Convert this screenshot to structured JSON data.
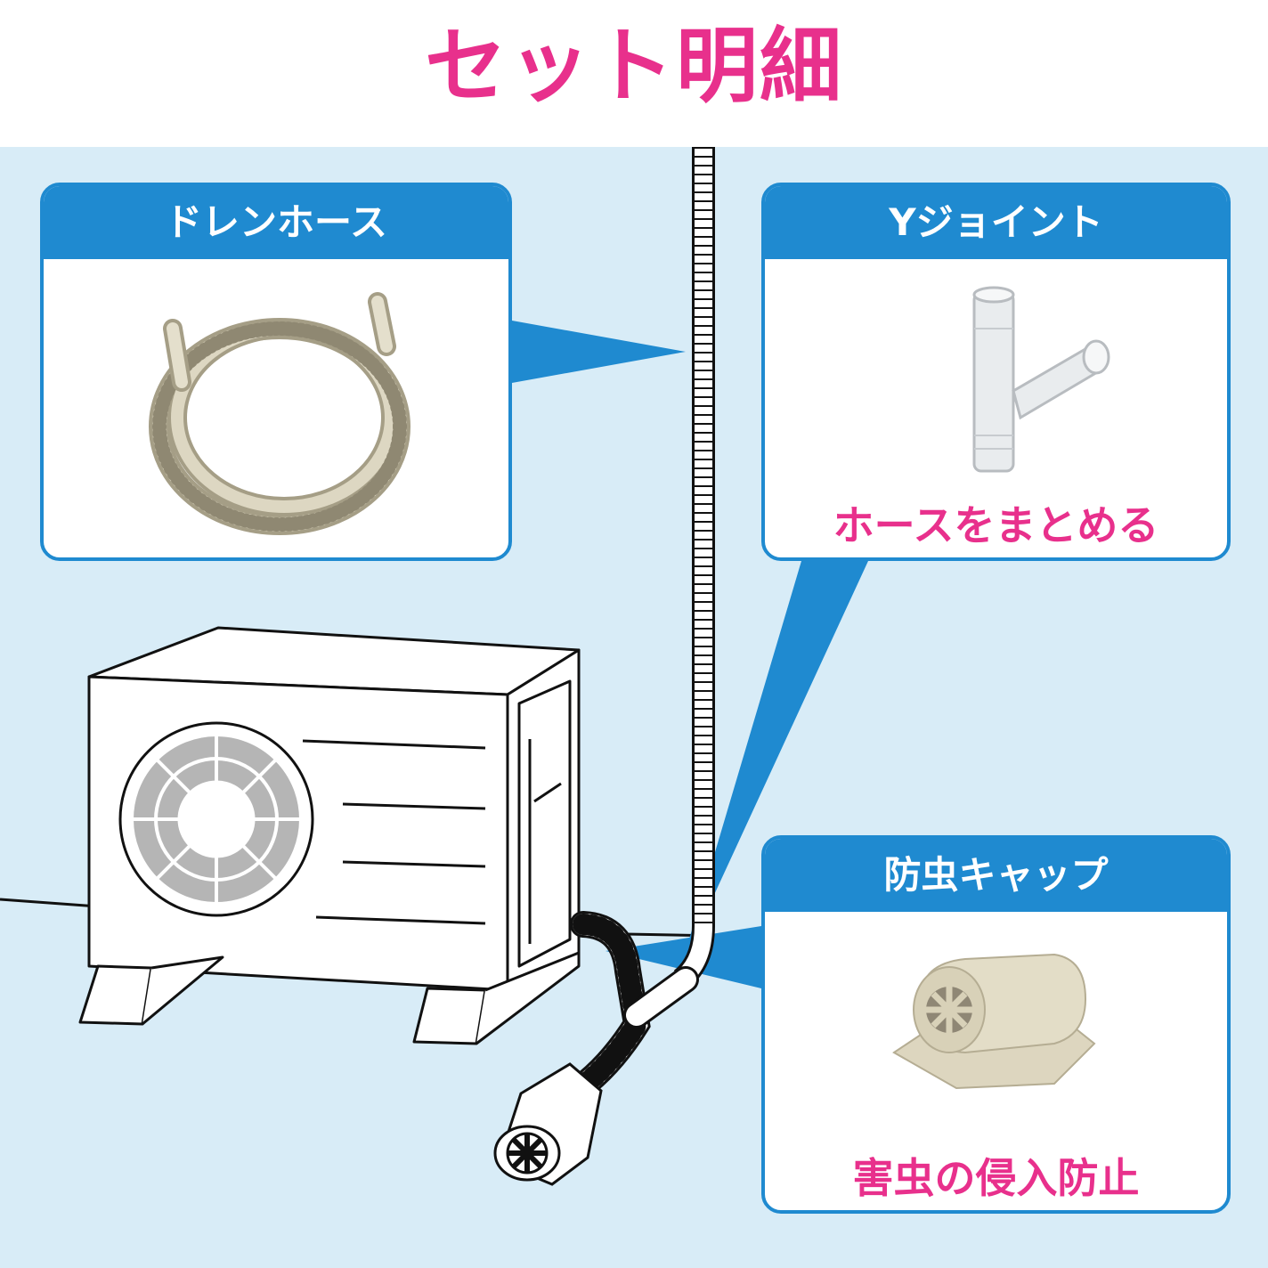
{
  "title": "セット明細",
  "colors": {
    "accent": "#e8308c",
    "card_blue": "#1f8ad0",
    "background": "#d8ecf7"
  },
  "items": [
    {
      "label": "ドレンホース",
      "note": ""
    },
    {
      "label": "Yジョイント",
      "note": "ホースをまとめる"
    },
    {
      "label": "防虫キャップ",
      "note": "害虫の侵入防止"
    }
  ]
}
